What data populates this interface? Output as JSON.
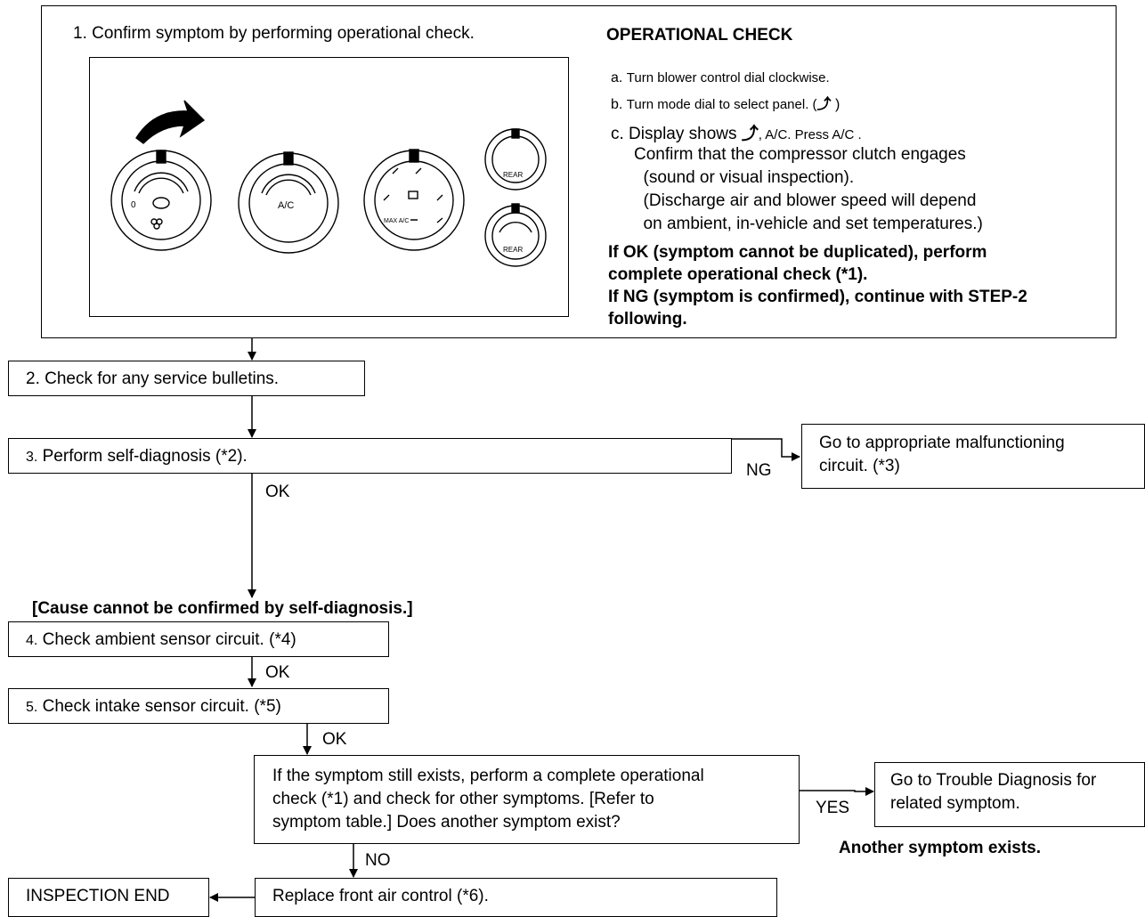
{
  "step1": {
    "text": "1. Confirm symptom by performing operational check.",
    "panel": {
      "dial_ac_label": "A/C",
      "dial_max_label": "MAX\nA/C",
      "rear_label": "REAR",
      "fan_zero": "0"
    }
  },
  "op_check": {
    "title": "OPERATIONAL CHECK",
    "a_prefix": "a.",
    "a_text": "Turn blower control dial clockwise.",
    "b_prefix": "b.",
    "b_text": "Turn mode dial to select panel. (",
    "b_suffix": " )",
    "c_prefix": "c. Display shows",
    "c_text": ", A/C. Press A/C .",
    "c_lines": "Confirm that the compressor clutch engages\n  (sound or visual inspection).\n  (Discharge air and blower speed will depend\n  on ambient, in-vehicle and set temperatures.)",
    "ok_lines": "If OK (symptom cannot be duplicated), perform\ncomplete operational check (*1).\nIf NG (symptom is confirmed), continue with STEP-2\nfollowing."
  },
  "step2": "2. Check for any service bulletins.",
  "step3_num": "3.",
  "step3": "Perform self-diagnosis (*2).",
  "ng_label": "NG",
  "ng_box": "Go to appropriate malfunctioning\ncircuit. (*3)",
  "ok_label_3": "OK",
  "cause_note": "[Cause cannot be confirmed by self-diagnosis.]",
  "step4_num": "4.",
  "step4": "Check ambient sensor circuit. (*4)",
  "ok_label_4": "OK",
  "step5_num": "5.",
  "step5": "Check intake sensor circuit. (*5)",
  "ok_label_5": "OK",
  "question": "If the symptom still exists, perform a complete operational\ncheck (*1) and check for other symptoms. [Refer to\nsymptom table.] Does another symptom exist?",
  "yes_label": "YES",
  "yes_box": "Go to Trouble Diagnosis for\nrelated symptom.",
  "another_note": "Another symptom exists.",
  "no_label": "NO",
  "replace": "Replace front air control (*6).",
  "end": "INSPECTION END"
}
